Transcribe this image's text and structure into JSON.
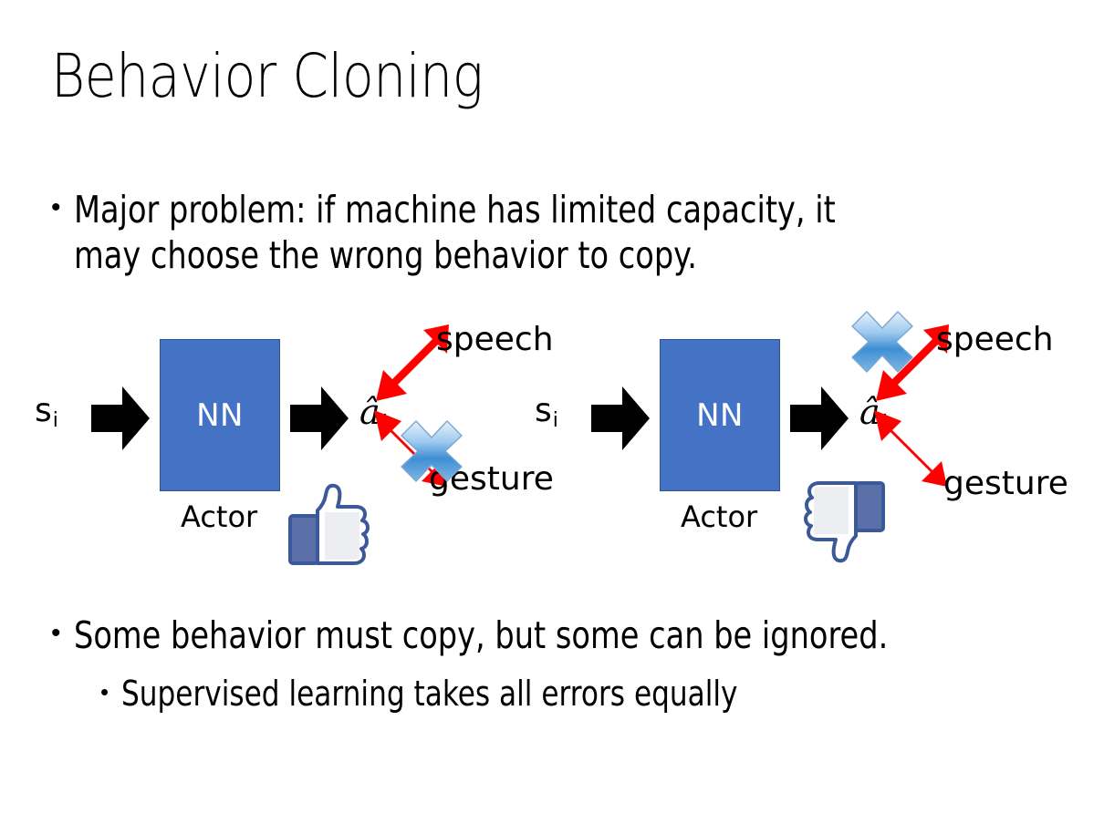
{
  "slide": {
    "title": "Behavior Cloning",
    "background_color": "#FFFFFF",
    "text_color": "#000000"
  },
  "bullets": [
    {
      "level": 1,
      "marker": "•",
      "text": "Major problem: if machine has limited capacity, it\nmay choose the wrong behavior to copy."
    },
    {
      "level": 1,
      "marker": "•",
      "text": "Some behavior must copy, but some can be ignored."
    },
    {
      "level": 2,
      "marker": "•",
      "text": "Supervised learning takes all errors equally"
    }
  ],
  "diagrams": [
    {
      "id": "left",
      "caption_position": "left",
      "state_label": "s",
      "state_subscript": "i",
      "model_label": "NN",
      "model_role_label": "Actor",
      "model_color": "#4472C4",
      "model_border_color": "#2F528F",
      "model_text_color": "#FFFFFF",
      "action_label": "â",
      "action_subscript": "i",
      "outputs": [
        {
          "name": "speech",
          "position": "upper",
          "crossed_out": false
        },
        {
          "name": "gesture",
          "position": "lower",
          "crossed_out": true
        }
      ],
      "verdict_icon": "thumbs-up-icon",
      "verdict": "positive",
      "arrow_color": "#FF0000",
      "cross_color": "#5B9BD5"
    },
    {
      "id": "right",
      "caption_position": "right",
      "state_label": "s",
      "state_subscript": "i",
      "model_label": "NN",
      "model_role_label": "Actor",
      "model_color": "#4472C4",
      "model_border_color": "#2F528F",
      "model_text_color": "#FFFFFF",
      "action_label": "â",
      "action_subscript": "i",
      "outputs": [
        {
          "name": "speech",
          "position": "upper",
          "crossed_out": true
        },
        {
          "name": "gesture",
          "position": "lower",
          "crossed_out": false
        }
      ],
      "verdict_icon": "thumbs-down-icon",
      "verdict": "negative",
      "arrow_color": "#FF0000",
      "cross_color": "#5B9BD5"
    }
  ],
  "icons": {
    "input_arrow": "black-block-arrow-right-icon",
    "output_arrow": "black-block-arrow-right-icon",
    "branch_arrow": "red-double-headed-arrow-icon",
    "cross": "blue-x-cross-icon"
  }
}
